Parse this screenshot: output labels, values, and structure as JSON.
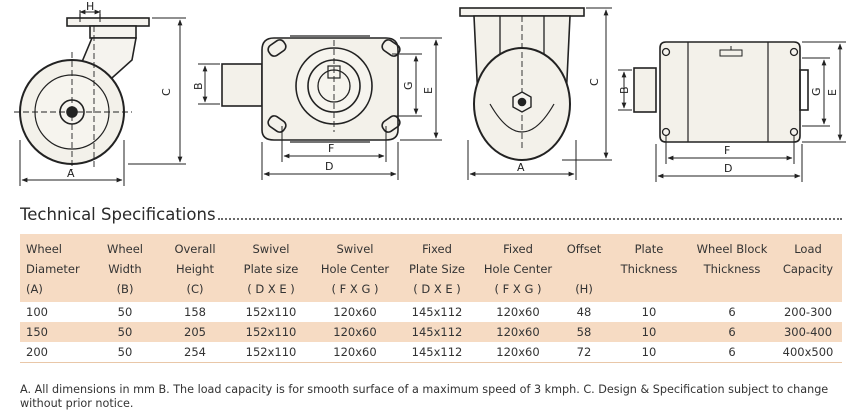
{
  "drawings": {
    "swivel_side": {
      "h": "H",
      "c": "C",
      "a": "A"
    },
    "swivel_plate": {
      "b": "B",
      "g": "G",
      "e": "E",
      "f": "F",
      "d": "D"
    },
    "fixed_front": {
      "c": "C",
      "a": "A"
    },
    "fixed_plate": {
      "b": "B",
      "g": "G",
      "e": "E",
      "f": "F",
      "d": "D"
    }
  },
  "section": {
    "title": "Technical Specifications"
  },
  "table": {
    "headers": [
      [
        "Wheel",
        "Diameter",
        "(A)"
      ],
      [
        "Wheel",
        "Width",
        "(B)"
      ],
      [
        "Overall",
        "Height",
        "(C)"
      ],
      [
        "Swivel",
        "Plate size",
        "( D X E )"
      ],
      [
        "Swivel",
        "Hole Center",
        "( F X G )"
      ],
      [
        "Fixed",
        "Plate Size",
        "( D X E )"
      ],
      [
        "Fixed",
        "Hole Center",
        "( F X G )"
      ],
      [
        "Offset",
        "",
        "(H)"
      ],
      [
        "Plate",
        "Thickness",
        ""
      ],
      [
        "Wheel Block",
        "Thickness",
        ""
      ],
      [
        "Load",
        "Capacity",
        ""
      ]
    ],
    "rows": [
      [
        "100",
        "50",
        "158",
        "152x110",
        "120x60",
        "145x112",
        "120x60",
        "48",
        "10",
        "6",
        "200-300"
      ],
      [
        "150",
        "50",
        "205",
        "152x110",
        "120x60",
        "145x112",
        "120x60",
        "58",
        "10",
        "6",
        "300-400"
      ],
      [
        "200",
        "50",
        "254",
        "152x110",
        "120x60",
        "145x112",
        "120x60",
        "72",
        "10",
        "6",
        "400x500"
      ]
    ]
  },
  "notes": {
    "text": "A. All dimensions in mm   B. The load capacity is for smooth surface of a maximum speed of 3 kmph.   C. Design & Specification subject to change without prior notice."
  }
}
